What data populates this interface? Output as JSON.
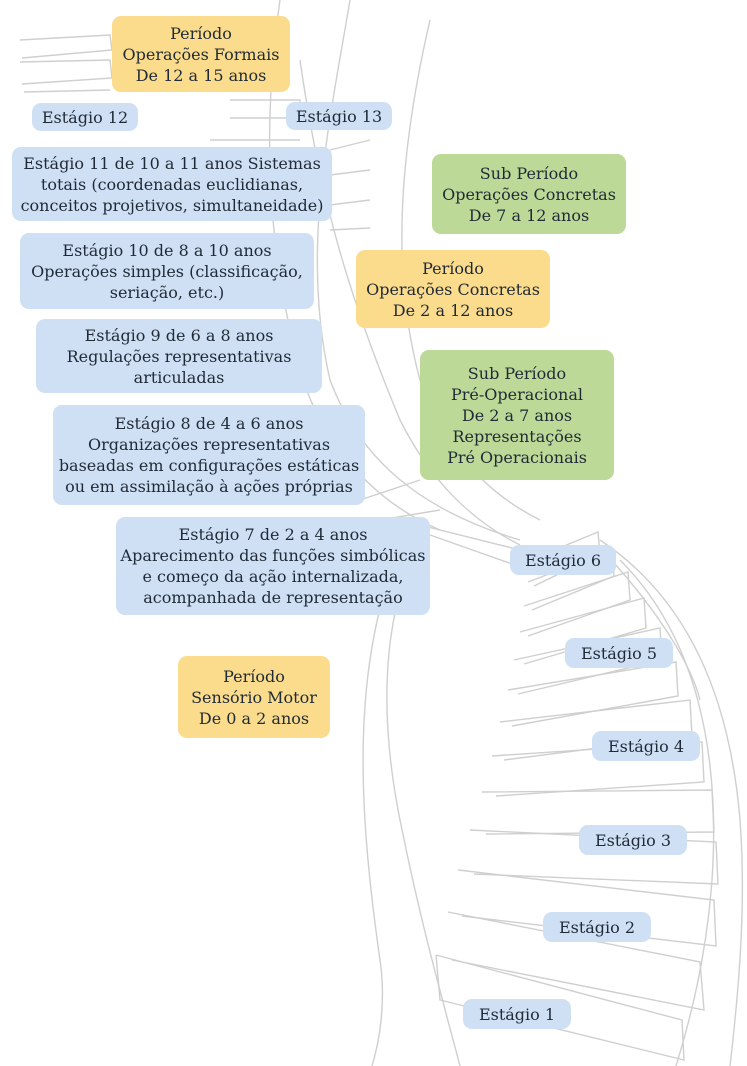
{
  "colors": {
    "stage": "#cfe0f5",
    "period": "#fbdc8c",
    "subperiod": "#bcd998",
    "stairs": "#cfcfcf"
  },
  "periods": {
    "formal": [
      "Período",
      "Operações Formais",
      "De 12 a 15 anos"
    ],
    "concrete": [
      "Período",
      "Operações Concretas",
      "De 2 a 12 anos"
    ],
    "sensorimotor": [
      "Período",
      "Sensório Motor",
      "De 0 a 2 anos"
    ]
  },
  "subperiods": {
    "concrete": [
      "Sub Período",
      "Operações Concretas",
      "De 7 a 12 anos"
    ],
    "preoperational": [
      "Sub Período",
      "Pré-Operacional",
      "De 2 a 7 anos",
      "Representações",
      "Pré Operacionais"
    ]
  },
  "stages": {
    "s1": "Estágio 1",
    "s2": "Estágio 2",
    "s3": "Estágio 3",
    "s4": "Estágio 4",
    "s5": "Estágio 5",
    "s6": "Estágio 6",
    "s7": [
      "Estágio 7 de 2 a 4 anos",
      "Aparecimento das funções simbólicas",
      "e começo da ação internalizada,",
      "acompanhada de representação"
    ],
    "s8": [
      "Estágio 8 de 4 a 6 anos",
      "Organizações representativas",
      "baseadas em configurações estáticas",
      "ou em assimilação à ações próprias"
    ],
    "s9": [
      "Estágio 9 de 6 a 8 anos",
      "Regulações representativas",
      "articuladas"
    ],
    "s10": [
      "Estágio 10 de 8 a 10 anos",
      "Operações simples (classificação,",
      "seriação, etc.)"
    ],
    "s11": [
      "Estágio 11 de 10 a 11 anos Sistemas",
      "totais (coordenadas euclidianas,",
      "conceitos projetivos, simultaneidade)"
    ],
    "s12": "Estágio 12",
    "s13": "Estágio 13"
  }
}
